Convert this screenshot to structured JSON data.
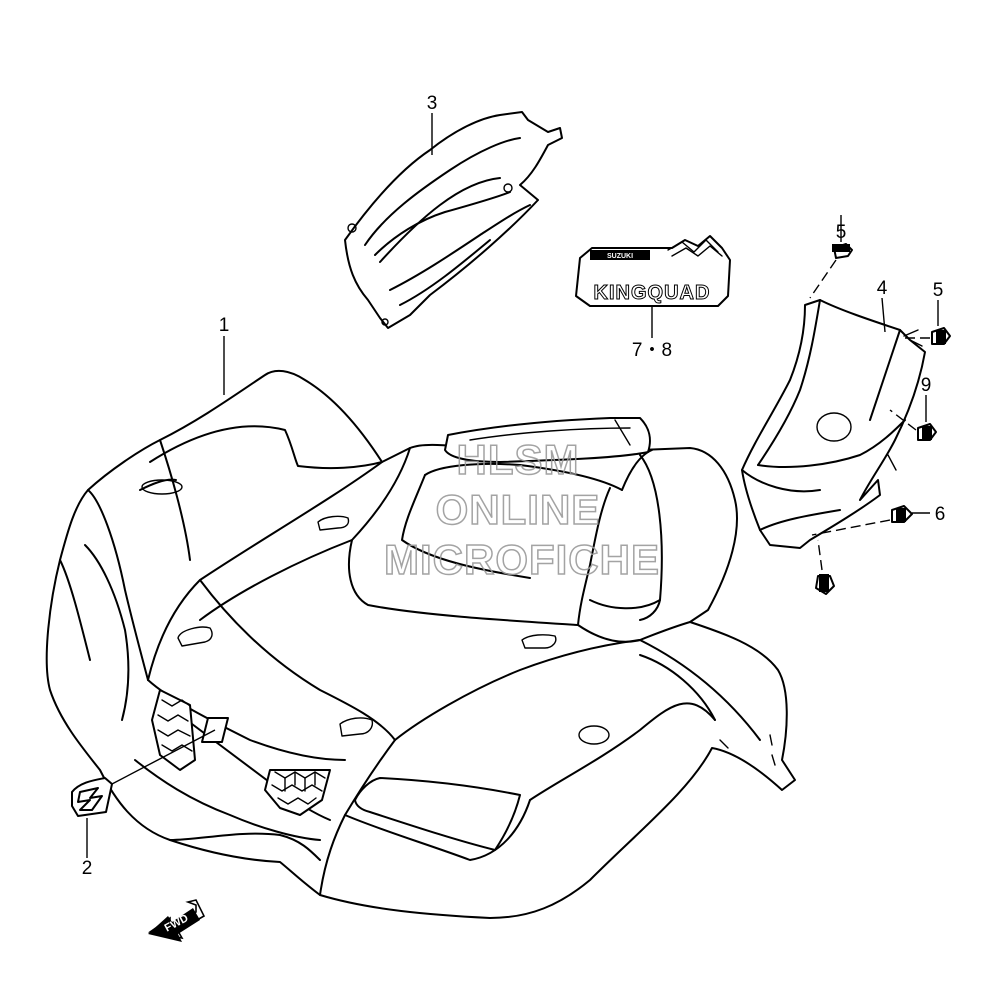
{
  "callouts": {
    "part_1": "1",
    "part_2": "2",
    "part_3": "3",
    "part_4": "4",
    "part_5_top": "5",
    "part_5_right": "5",
    "part_6": "6",
    "part_7_8": "7・8",
    "part_9": "9"
  },
  "decal": {
    "brand_small": "SUZUKI",
    "model": "KINGQUAD"
  },
  "fwd_arrow": {
    "label": "FWD"
  },
  "watermark": {
    "line1": "HLSM",
    "line2": "ONLINE",
    "line3": "MICROFICHE"
  },
  "colors": {
    "line": "#000000",
    "background": "#ffffff",
    "watermark": "#9a9a9a"
  }
}
